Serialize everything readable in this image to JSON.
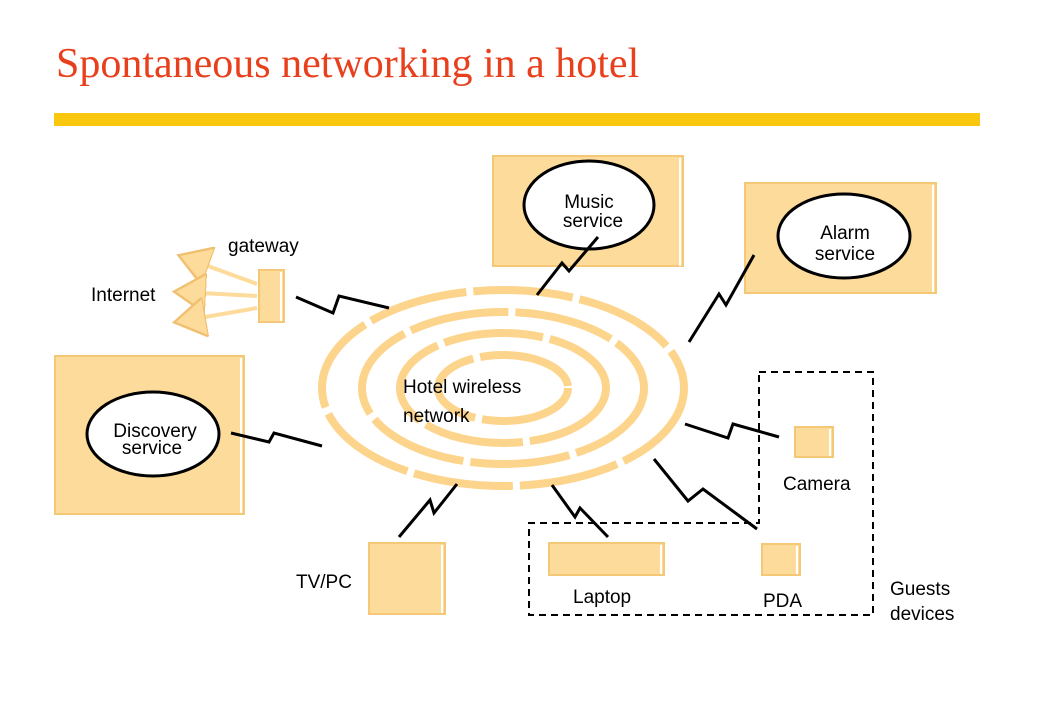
{
  "title": "Spontaneous networking in a hotel",
  "colors": {
    "title": "#e8401c",
    "rule": "#f9c80e",
    "box_fill": "#fddb9a",
    "ring": "#fdd48c",
    "line": "#000000"
  },
  "labels": {
    "music_line1": "Music",
    "music_line2": "service",
    "alarm_line1": "Alarm",
    "alarm_line2": "service",
    "discovery_line1": "Discovery",
    "discovery_line2": "service",
    "network_line1": "Hotel wireless",
    "network_line2": "network",
    "gateway": "gateway",
    "internet": "Internet",
    "camera": "Camera",
    "tvpc": "TV/PC",
    "laptop": "Laptop",
    "pda": "PDA",
    "guests_line1": "Guests",
    "guests_line2": "devices"
  }
}
